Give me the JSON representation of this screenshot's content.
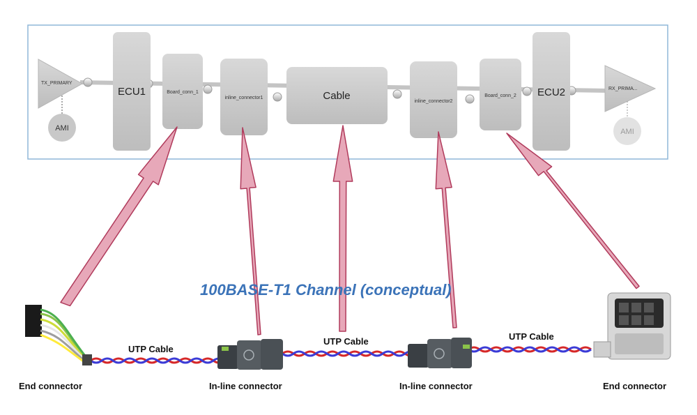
{
  "colors": {
    "panel_border": "#8fb7d9",
    "block_fill": "#c9c9c9",
    "arrow_fill": "#e7a8b9",
    "arrow_stroke": "#b03a5b",
    "title": "#3b73b8",
    "cable_red": "#d62828",
    "cable_blue": "#3b3bd6"
  },
  "schematic": {
    "tx_label": "TX_PRIMARY",
    "rx_label": "RX_PRIMA...",
    "ami_left": "AMI",
    "ami_right": "AMI",
    "ecu1": "ECU1",
    "ecu2": "ECU2",
    "board_conn_1": "Board_conn_1",
    "board_conn_2": "Board_conn_2",
    "inline_connector1": "inline_connector1",
    "inline_connector2": "inline_connector2",
    "cable": "Cable"
  },
  "title": "100BASE-T1 Channel (conceptual)",
  "physical": {
    "utp_left": "UTP Cable",
    "utp_mid": "UTP Cable",
    "utp_right": "UTP Cable",
    "end_connector_left": "End connector",
    "inline_connector_left": "In-line connector",
    "inline_connector_right": "In-line connector",
    "end_connector_right": "End connector"
  }
}
